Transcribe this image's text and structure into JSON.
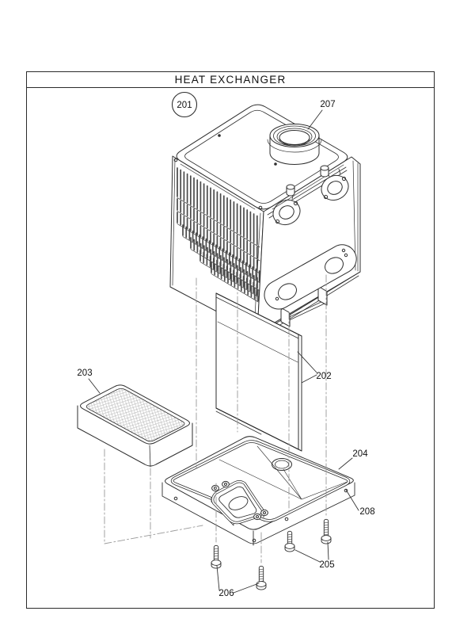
{
  "title": "HEAT EXCHANGER",
  "callouts": {
    "c201": "201",
    "c202": "202",
    "c203": "203",
    "c204": "204",
    "c205": "205",
    "c206": "206",
    "c207": "207",
    "c208": "208"
  },
  "colors": {
    "line": "#2e2e2e",
    "dash": "#999999",
    "text": "#111111",
    "background": "#ffffff"
  }
}
